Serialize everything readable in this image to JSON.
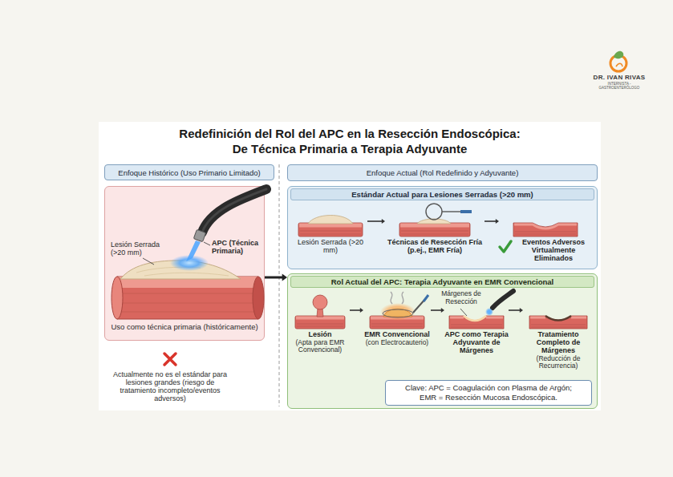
{
  "diagram": {
    "title": "Redefinición del Rol del APC en la Resección Endoscópica: De Técnica Primaria a Terapia Adyuvante",
    "nodes": [
      {
        "text": [
          "Enfoque Histórico (Uso Primario Limitado)"
        ]
      },
      {
        "text": [
          "Uso como técnica primaria (históricamente)"
        ]
      },
      {
        "text": [
          "Enfoque Actual (Rol Redefinido y Adyuvante)"
        ]
      },
      {
        "text": [
          "Estándar Actual para Lesiones Serradas (>20 mm)"
        ]
      },
      {
        "text": [
          "Lesión Serrada (>20 mm)"
        ],
        "in": 3
      },
      {
        "text": [
          "Técnicas de Resección Fría (p.ej., EMR Fría)"
        ],
        "in": 3
      },
      {
        "text": [
          "Eventos Adversos Virtualmente Eliminados"
        ],
        "in": 3
      },
      {
        "text": [
          "Rol Actual del APC: Terapia Adyuvante en EMR Convencional"
        ]
      },
      {
        "text": [
          "Lesión",
          "(Apta para EMR Convencional)"
        ],
        "in": 7
      },
      {
        "text": [
          "EMR Convencional",
          "(con Electrocauterio)"
        ],
        "in": 7
      },
      {
        "text": [
          "APC como Terapia Adyuvante de Márgenes"
        ],
        "in": 7
      },
      {
        "text": [
          "Tratamiento Completo de Márgenes",
          "(Reducción de Recurrencia)"
        ],
        "in": 7
      },
      {
        "text": [
          "Clave: APC = Coagulación con Plasma de Argón;",
          "EMR = Resección Mucosa Endoscópica."
        ],
        "in": 7
      }
    ],
    "edges": [
      {
        "from": 4,
        "to": 5,
        "arrow": "to"
      },
      {
        "from": 5,
        "to": 6,
        "arrow": "to"
      },
      {
        "from": 1,
        "to": 7,
        "arrow": "to"
      },
      {
        "from": 8,
        "to": 9,
        "arrow": "to"
      },
      {
        "from": 9,
        "to": 10,
        "arrow": "to"
      },
      {
        "from": 10,
        "to": 11,
        "arrow": "to"
      }
    ],
    "labels": [
      "DR. IVAN RIVAS",
      "INTERNISTA - GASTROENTERÓLOGO",
      "Lesión Serrada (>20 mm)",
      "APC (Técnica Primaria)",
      "Actualmente no es el estándar para lesiones grandes (riesgo de tratamiento incompleto/eventos adversos)",
      "Márgenes de Resección"
    ]
  }
}
